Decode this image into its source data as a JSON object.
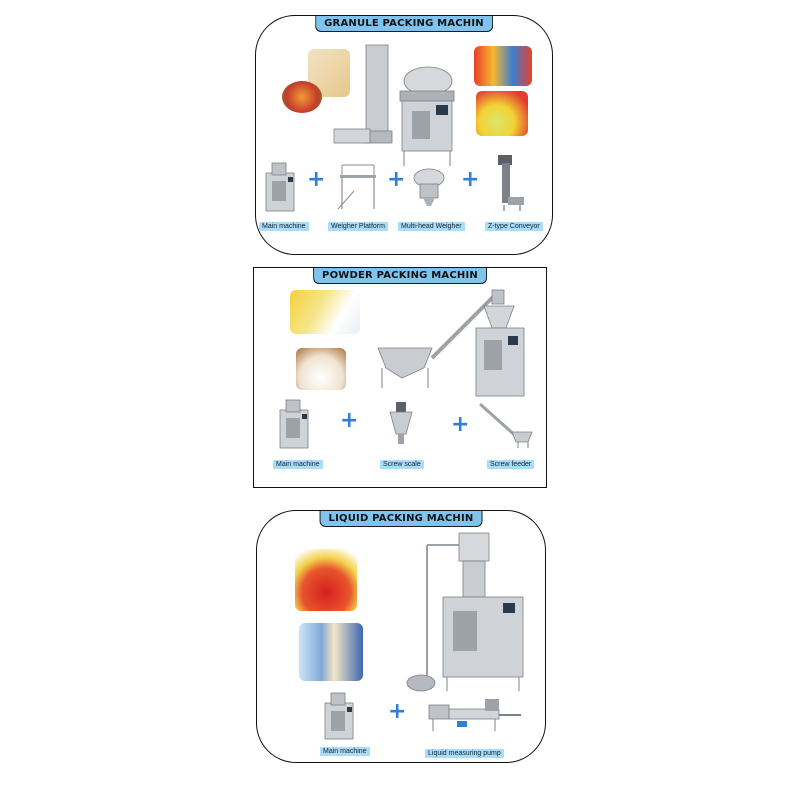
{
  "panels": {
    "granule": {
      "title": "GRANULE PACKING MACHIN",
      "labels": [
        "Main machine",
        "Weigher Platform",
        "Multi-head Weigher",
        "Z-type Conveyor"
      ],
      "plus": "+"
    },
    "powder": {
      "title": "POWDER PACKING MACHIN",
      "labels": [
        "Main machine",
        "Screw scale",
        "Screw feeder"
      ],
      "plus": "+"
    },
    "liquid": {
      "title": "LIQUID PACKING MACHIN",
      "labels": [
        "Main machine",
        "Liquid measuring pump"
      ],
      "plus": "+"
    }
  },
  "colors": {
    "title_bg": "#7fc4ee",
    "label_bg": "#a9dcf7",
    "plus": "#2f7ed8",
    "machine_steel": "#c9ccd1"
  }
}
